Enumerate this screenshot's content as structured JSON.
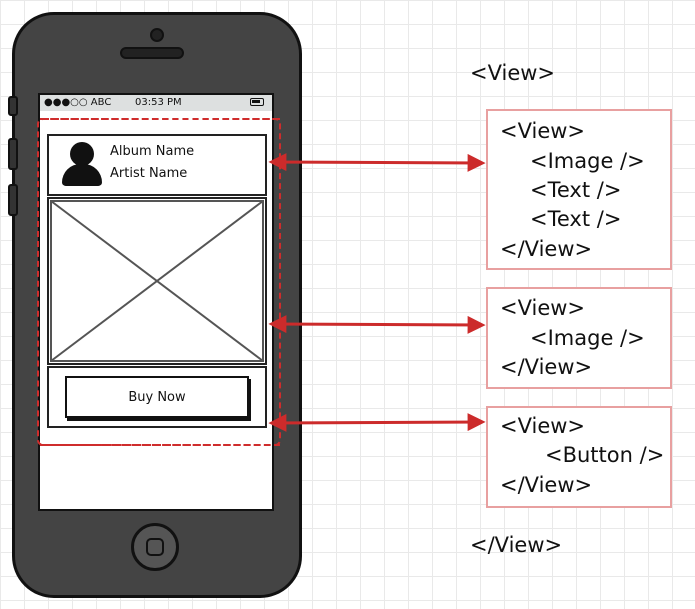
{
  "phone": {
    "status_carrier": "●●●○○ ABC",
    "status_time": "03:53 PM",
    "album_name": "Album Name",
    "artist_name": "Artist Name",
    "buy_button_label": "Buy Now",
    "icons": [
      "avatar-icon",
      "image-placeholder-icon",
      "battery-icon",
      "home-button-icon"
    ]
  },
  "code": {
    "outer_open": "<View>",
    "outer_close": "</View>",
    "box1": [
      "<View>",
      "<Image />",
      "<Text />",
      "<Text />",
      "</View>"
    ],
    "box2": [
      "<View>",
      "<Image />",
      "</View>"
    ],
    "box3": [
      "<View>",
      "<Button />",
      "</View>"
    ]
  },
  "colors": {
    "arrow": "#cc2b2b",
    "dashed_outline": "#cf2c2c",
    "code_box_border": "#e8a0a0",
    "phone_body": "#444444"
  }
}
